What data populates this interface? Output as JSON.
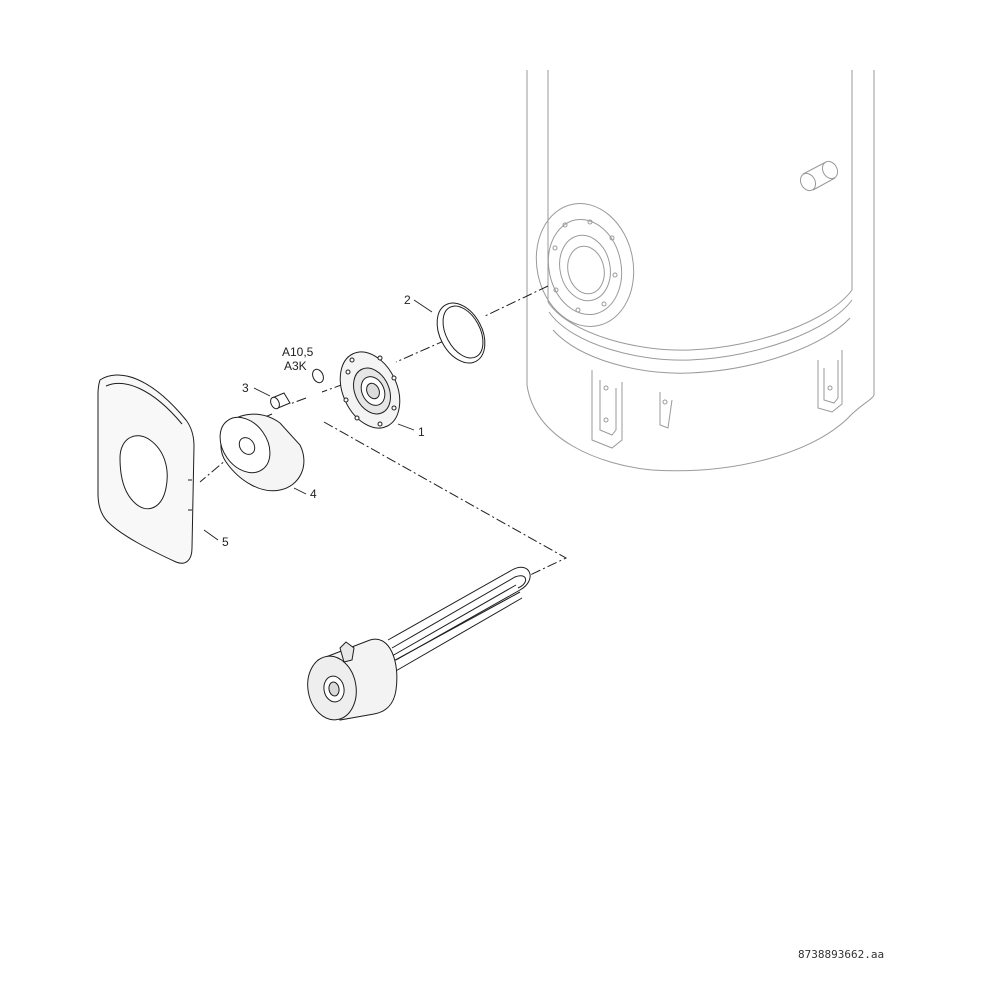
{
  "diagram": {
    "callouts": {
      "flange": "1",
      "gasket": "2",
      "screw": "3",
      "insulation": "4",
      "cover": "5"
    },
    "labels": {
      "washer_line1": "A10,5",
      "washer_line2": "A3K"
    },
    "doc_id": "8738893662.aa"
  }
}
